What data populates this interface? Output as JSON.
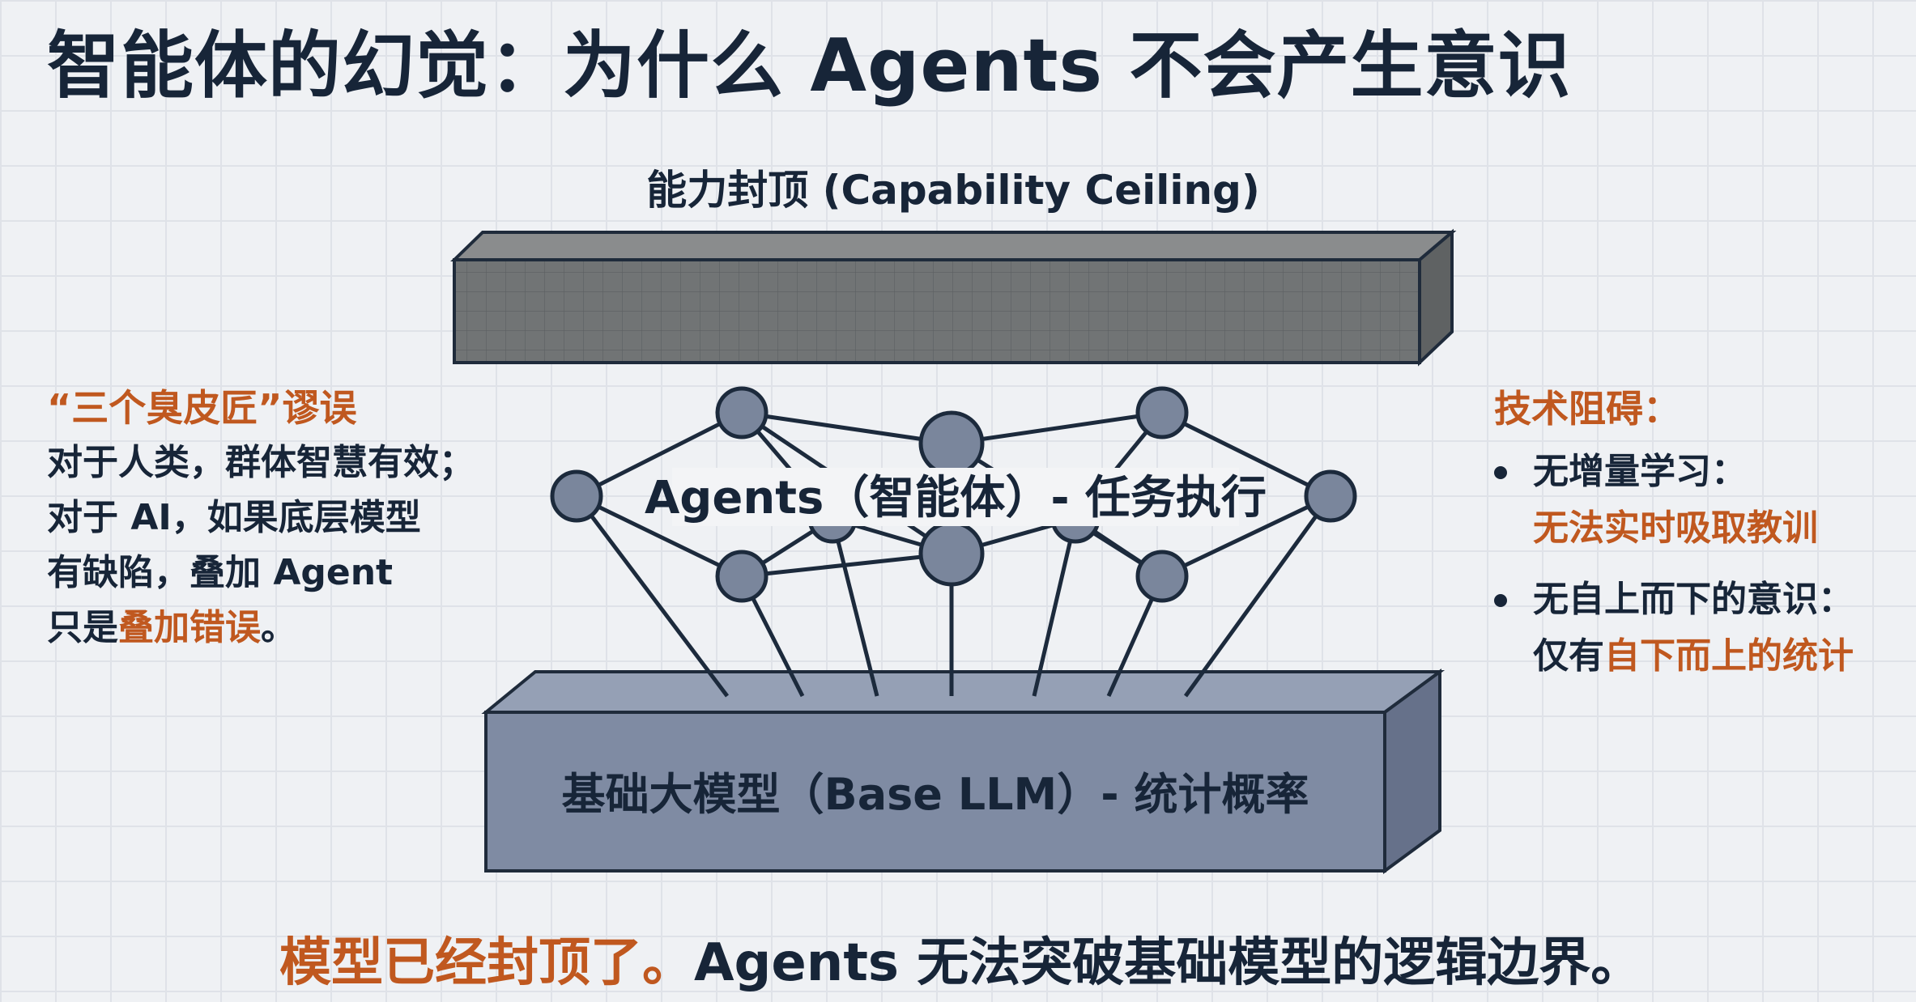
{
  "title": "智能体的幻觉：为什么 Agents 不会产生意识",
  "diagram": {
    "ceiling_label": "能力封顶 (Capability Ceiling)",
    "agents_label": "Agents（智能体）- 任务执行",
    "base_label": "基础大模型（Base LLM）- 统计概率"
  },
  "left_panel": {
    "heading": "“三个臭皮匠”谬误",
    "line1": "对于人类，群体智慧有效；",
    "line2": "对于 AI，如果底层模型",
    "line3": "有缺陷，叠加 Agent",
    "line4_prefix": "只是",
    "line4_highlight": "叠加错误",
    "line4_suffix": "。"
  },
  "right_panel": {
    "heading": "技术阻碍：",
    "bullets": [
      {
        "title": "无增量学习：",
        "prefix": "",
        "highlight": "无法实时吸取教训"
      },
      {
        "title": "无自上而下的意识：",
        "prefix": "仅有",
        "highlight": "自下而上的统计"
      }
    ]
  },
  "conclusion": {
    "highlight": "模型已经封顶了。",
    "text": "Agents 无法突破基础模型的逻辑边界。"
  },
  "colors": {
    "accent": "#c0581f",
    "text": "#172538",
    "node": "#7a869c",
    "base": "#7f8ba3",
    "ceiling": "#6f7273"
  }
}
